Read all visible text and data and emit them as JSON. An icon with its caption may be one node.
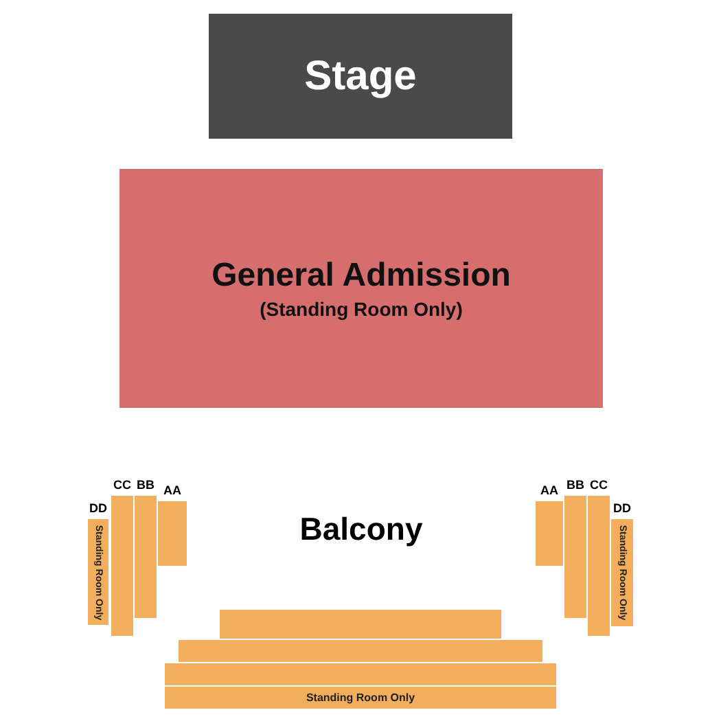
{
  "diagram": {
    "nodes": [
      {
        "text": [
          "Stage"
        ]
      },
      {
        "text": [
          "General Admission",
          "(Standing Room Only)"
        ]
      },
      {
        "text": [
          "DD",
          "Standing Room Only"
        ]
      },
      {
        "text": [
          "CC"
        ]
      },
      {
        "text": [
          "BB"
        ]
      },
      {
        "text": [
          "AA"
        ]
      },
      {
        "text": [
          "AA"
        ]
      },
      {
        "text": [
          "BB"
        ]
      },
      {
        "text": [
          "CC"
        ]
      },
      {
        "text": [
          "DD",
          "Standing Room Only"
        ]
      },
      {
        "text": [],
        "shape": "bar"
      },
      {
        "text": [],
        "shape": "bar"
      },
      {
        "text": [],
        "shape": "bar"
      },
      {
        "text": [
          "Standing Room Only"
        ]
      }
    ],
    "edges": [],
    "labels": [
      "Balcony"
    ]
  }
}
